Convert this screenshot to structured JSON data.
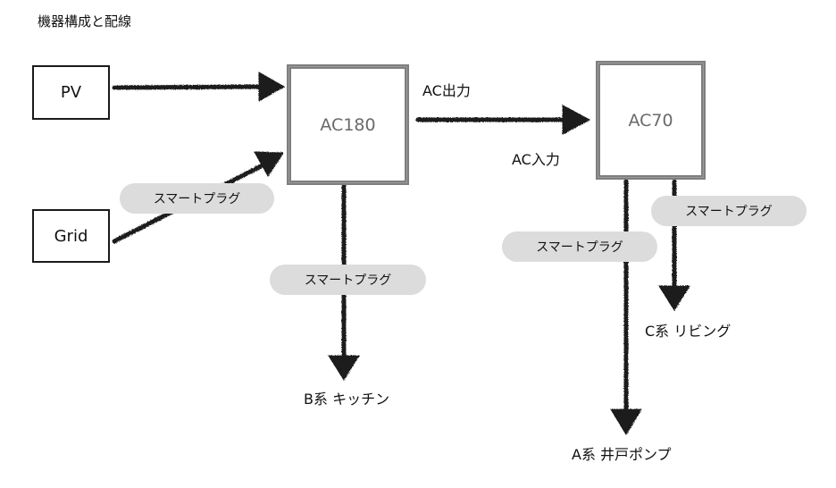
{
  "title": "機器構成と配線",
  "devices": {
    "pv": "PV",
    "grid": "Grid",
    "ac180": "AC180",
    "ac70": "AC70"
  },
  "labels": {
    "ac_output": "AC出力",
    "ac_input": "AC入力",
    "smart_plug": "スマートプラグ",
    "circuit_a": "A系 井戸ポンプ",
    "circuit_b": "B系 キッチン",
    "circuit_c": "C系 リビング"
  },
  "colors": {
    "line": "#1a1a1a",
    "box_border": "#7f7f7f",
    "pill": "#dcdcdc"
  }
}
